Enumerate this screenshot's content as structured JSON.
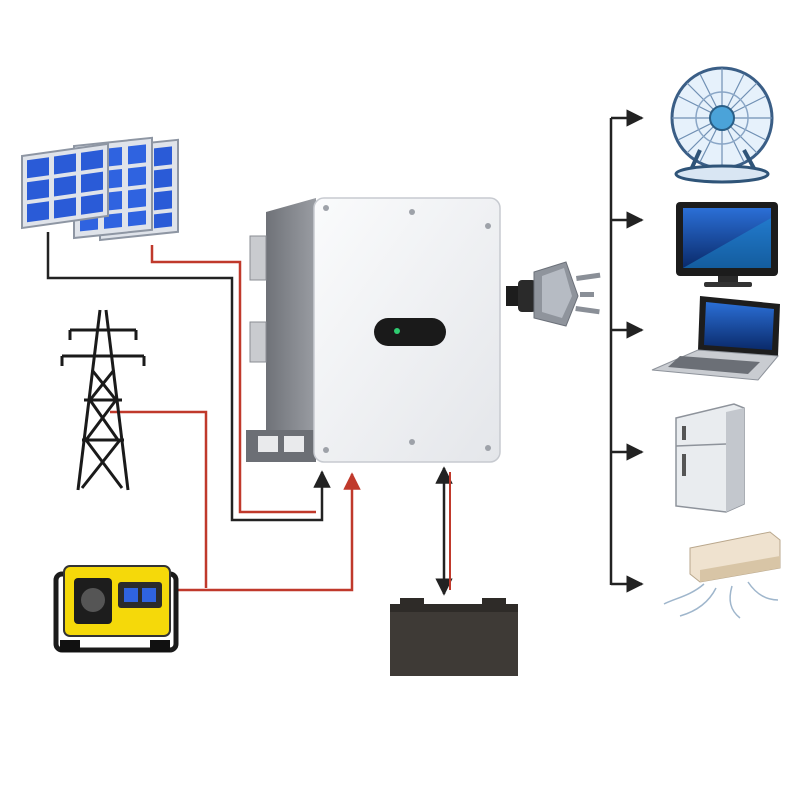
{
  "diagram": {
    "nodes": [
      {
        "id": "solar",
        "icon": "solar-panel-icon"
      },
      {
        "id": "grid",
        "icon": "power-tower-icon"
      },
      {
        "id": "generator",
        "icon": "generator-icon"
      },
      {
        "id": "inverter",
        "icon": "inverter-icon"
      },
      {
        "id": "battery",
        "icon": "battery-icon"
      },
      {
        "id": "plug",
        "icon": "power-plug-icon"
      },
      {
        "id": "fan",
        "icon": "fan-icon"
      },
      {
        "id": "tv",
        "icon": "tv-icon"
      },
      {
        "id": "laptop",
        "icon": "laptop-icon"
      },
      {
        "id": "fridge",
        "icon": "fridge-icon"
      },
      {
        "id": "air_conditioner",
        "icon": "air-conditioner-icon"
      }
    ],
    "edges": [
      {
        "from": "solar",
        "to": "inverter",
        "color": "#222222"
      },
      {
        "from": "solar",
        "to": "inverter",
        "color": "#c0392b"
      },
      {
        "from": "grid",
        "to": "inverter",
        "color": "#c0392b"
      },
      {
        "from": "generator",
        "to": "inverter",
        "color": "#c0392b"
      },
      {
        "from": "inverter",
        "to": "battery",
        "color": "#222222",
        "bidirectional": true
      },
      {
        "from": "plug",
        "to": "fan",
        "color": "#222222"
      },
      {
        "from": "plug",
        "to": "tv",
        "color": "#222222"
      },
      {
        "from": "plug",
        "to": "laptop",
        "color": "#222222"
      },
      {
        "from": "plug",
        "to": "fridge",
        "color": "#222222"
      },
      {
        "from": "plug",
        "to": "air_conditioner",
        "color": "#222222"
      }
    ]
  },
  "colors": {
    "wire_black": "#222222",
    "wire_red": "#c0392b",
    "solar_cell": "#2a5bd7",
    "inverter_body": "#f2f3f5",
    "inverter_side": "#8a8d93",
    "battery": "#3e3a36",
    "generator_body": "#f5d90a"
  }
}
